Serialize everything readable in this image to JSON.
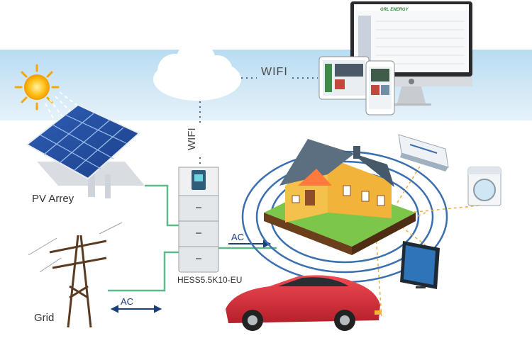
{
  "labels": {
    "pv": "PV Arrey",
    "grid": "Grid",
    "inverter": "HESS5.5K10-EU",
    "wifi_horizontal": "WIFI",
    "wifi_vertical": "WIFI",
    "ac_to_house": "AC",
    "ac_grid": "AC"
  },
  "monitor": {
    "brand": "GRL ENERGY"
  },
  "colors": {
    "sky_band": "#cfe6f5",
    "cable_green": "#5fb889",
    "ac_arrow": "#1c3f7a",
    "wifi_dots": "#4a6a9a",
    "ripple": "#3a6fb0",
    "appliance_link": "#e8b54a",
    "lawn": "#7cc64a",
    "roof": "#5c6f80",
    "wall": "#f4c24a",
    "car": "#e0313b"
  },
  "icons": [
    "sun-icon",
    "solar-panel-icon",
    "cloud-icon",
    "power-pole-icon",
    "inverter-battery-icon",
    "house-icon",
    "air-conditioner-icon",
    "washing-machine-icon",
    "tv-icon",
    "car-icon",
    "computer-monitor-icon",
    "tablet-icon",
    "phone-icon"
  ]
}
